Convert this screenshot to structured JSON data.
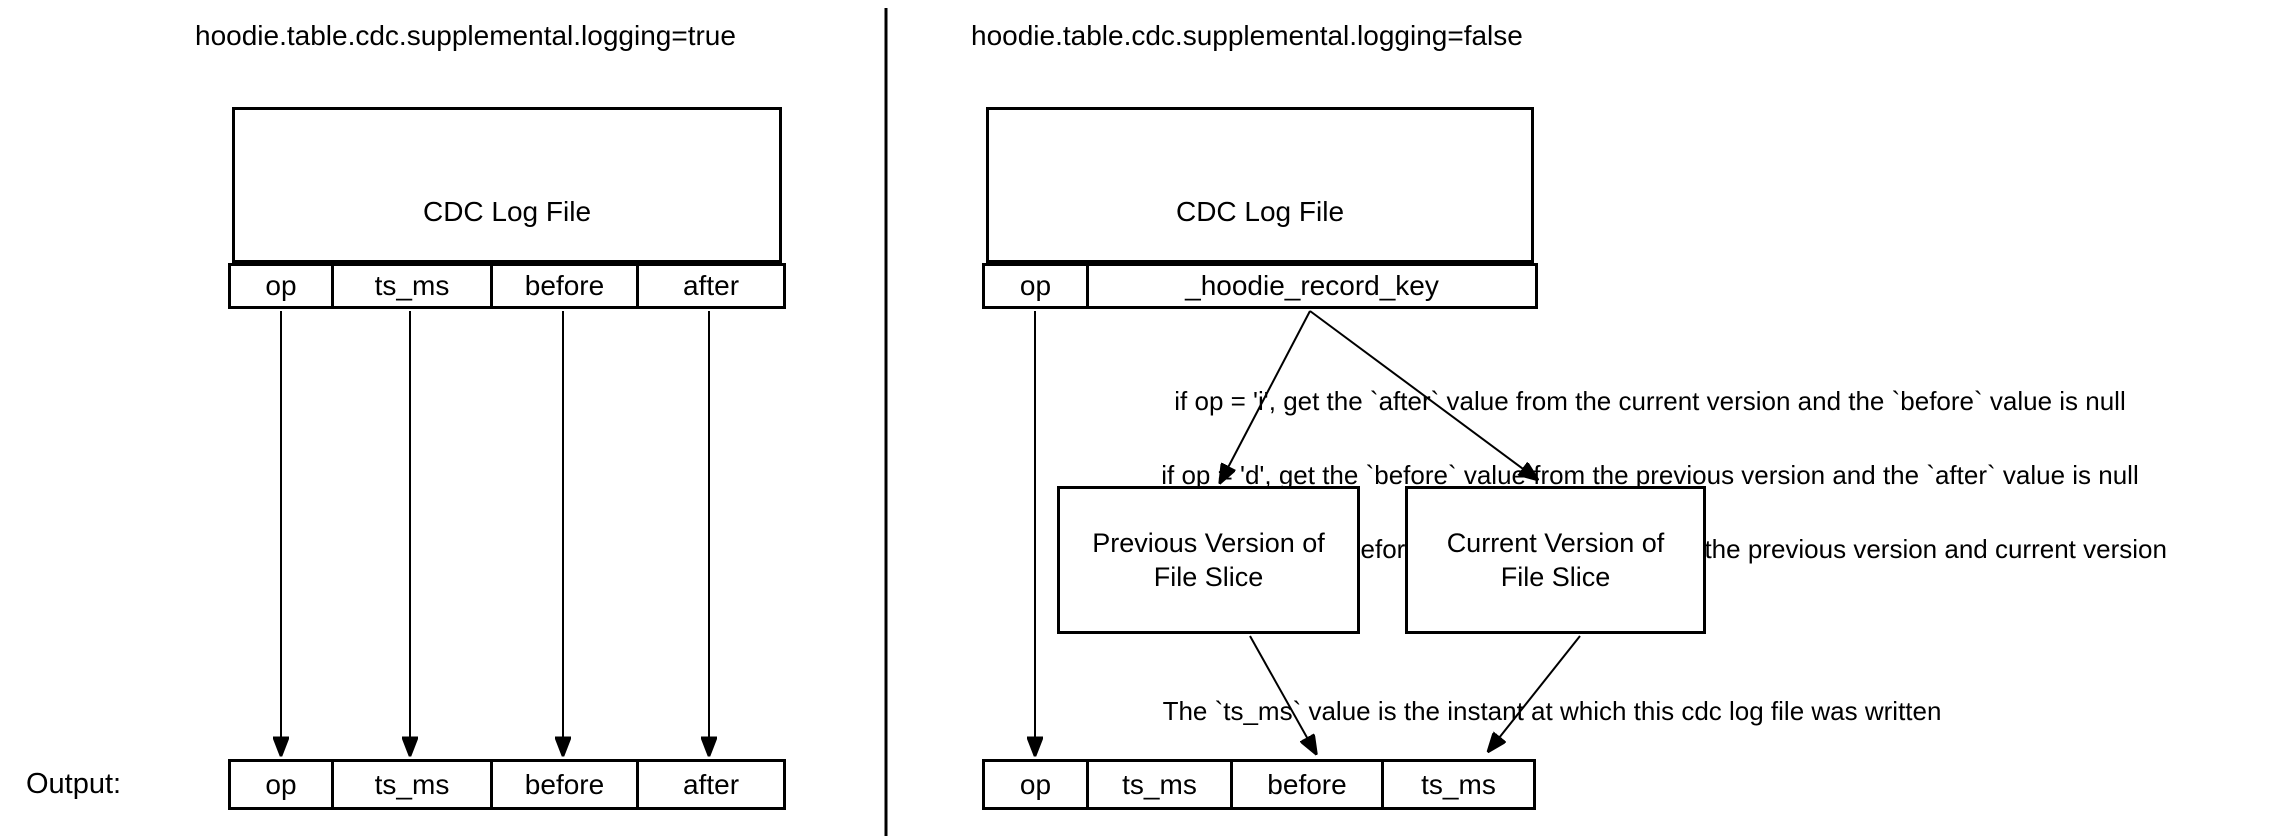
{
  "page": {
    "background": "#ffffff",
    "line_color": "#000000",
    "text_color": "#000000"
  },
  "left_panel": {
    "title": "hoodie.table.cdc.supplemental.logging=true",
    "cdc_box": {
      "label": "CDC Log File",
      "columns": [
        "op",
        "ts_ms",
        "before",
        "after"
      ]
    },
    "output_label": "Output:",
    "output_row": {
      "columns": [
        "op",
        "ts_ms",
        "before",
        "after"
      ]
    }
  },
  "right_panel": {
    "title": "hoodie.table.cdc.supplemental.logging=false",
    "cdc_box": {
      "label": "CDC Log File",
      "columns": [
        "op",
        "_hoodie_record_key"
      ]
    },
    "rules": [
      "if op = 'i', get the `after` value from the current version and the `before` value is null",
      "if op = 'd', get the `before` value from the previous version  and the `after` value is null",
      "if op = 'u', get the `before` and  `after` values from the previous version and current version"
    ],
    "file_slices": [
      {
        "label": "Previous Version of\nFile Slice"
      },
      {
        "label": "Current Version of\nFile Slice"
      }
    ],
    "ts_note": "The `ts_ms` value is the instant at which this cdc log file was written",
    "output_row": {
      "columns": [
        "op",
        "ts_ms",
        "before",
        "ts_ms"
      ]
    }
  }
}
